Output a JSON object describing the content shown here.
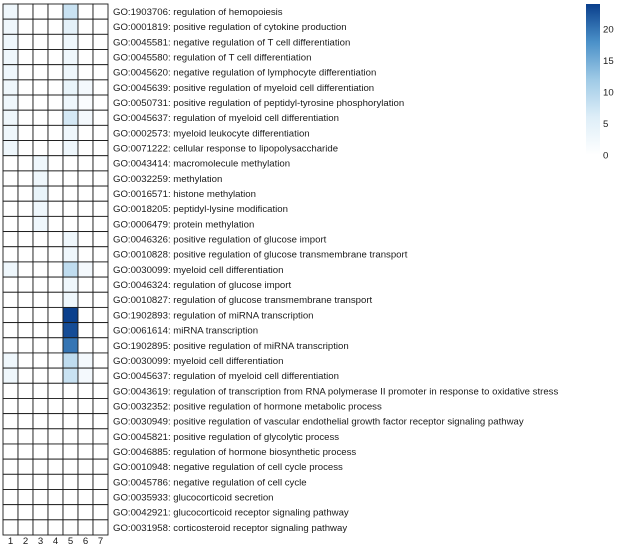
{
  "chart_data": {
    "type": "heatmap",
    "title": "",
    "xlabel": "",
    "ylabel": "",
    "columns": [
      "1",
      "2",
      "3",
      "4",
      "5",
      "6",
      "7"
    ],
    "rows": [
      "GO:1903706: regulation of hemopoiesis",
      "GO:0001819: positive regulation of cytokine production",
      "GO:0045581: negative regulation of T cell differentiation",
      "GO:0045580: regulation of T cell differentiation",
      "GO:0045620: negative regulation of lymphocyte differentiation",
      "GO:0045639: positive regulation of myeloid cell differentiation",
      "GO:0050731: positive regulation of peptidyl-tyrosine phosphorylation",
      "GO:0045637: regulation of myeloid cell differentiation",
      "GO:0002573: myeloid leukocyte differentiation",
      "GO:0071222: cellular response to lipopolysaccharide",
      "GO:0043414: macromolecule methylation",
      "GO:0032259: methylation",
      "GO:0016571: histone methylation",
      "GO:0018205: peptidyl-lysine modification",
      "GO:0006479: protein methylation",
      "GO:0046326: positive regulation of glucose import",
      "GO:0010828: positive regulation of glucose transmembrane transport",
      "GO:0030099: myeloid cell differentiation",
      "GO:0046324: regulation of glucose import",
      "GO:0010827: regulation of glucose transmembrane transport",
      "GO:1902893: regulation of miRNA transcription",
      "GO:0061614: miRNA transcription",
      "GO:1902895: positive regulation of miRNA transcription",
      "GO:0030099: myeloid cell differentiation",
      "GO:0045637: regulation of myeloid cell differentiation",
      "GO:0043619: regulation of transcription from RNA polymerase II promoter in response to oxidative stress",
      "GO:0032352: positive regulation of hormone metabolic process",
      "GO:0030949: positive regulation of vascular endothelial growth factor receptor signaling pathway",
      "GO:0045821: positive regulation of glycolytic process",
      "GO:0046885: regulation of hormone biosynthetic process",
      "GO:0010948: negative regulation of cell cycle process",
      "GO:0045786: negative regulation of cell cycle",
      "GO:0035933: glucocorticoid secretion",
      "GO:0042921: glucocorticoid receptor signaling pathway",
      "GO:0031958: corticosteroid receptor signaling pathway"
    ],
    "values": [
      [
        3,
        0,
        0,
        0,
        8,
        0,
        0
      ],
      [
        3,
        0,
        0,
        0,
        5,
        0,
        0
      ],
      [
        3,
        0,
        0,
        0,
        3,
        0,
        0
      ],
      [
        3,
        0,
        0,
        0,
        3,
        0,
        0
      ],
      [
        3,
        0,
        0,
        0,
        3,
        0,
        0
      ],
      [
        3,
        0,
        0,
        0,
        4,
        2,
        0
      ],
      [
        3,
        0,
        0,
        0,
        3,
        1,
        0
      ],
      [
        3,
        0,
        0,
        0,
        7,
        2,
        0
      ],
      [
        3,
        0,
        0,
        0,
        3,
        0,
        0
      ],
      [
        3,
        0,
        0,
        0,
        3,
        0,
        0
      ],
      [
        0,
        0,
        3,
        0,
        0,
        0,
        0
      ],
      [
        0,
        0,
        3,
        0,
        0,
        0,
        0
      ],
      [
        0,
        0,
        4,
        0,
        0,
        0,
        0
      ],
      [
        0,
        0,
        3,
        0,
        0,
        0,
        0
      ],
      [
        0,
        0,
        3,
        0,
        0,
        0,
        0
      ],
      [
        0,
        0,
        0,
        0,
        3,
        0,
        0
      ],
      [
        0,
        0,
        0,
        0,
        3,
        0,
        0
      ],
      [
        3,
        0,
        0,
        0,
        9,
        2,
        0
      ],
      [
        0,
        0,
        0,
        0,
        3,
        0,
        0
      ],
      [
        0,
        0,
        0,
        0,
        3,
        0,
        0
      ],
      [
        0,
        0,
        0,
        0,
        24,
        0,
        0
      ],
      [
        0,
        0,
        0,
        0,
        23,
        0,
        0
      ],
      [
        0,
        0,
        0,
        0,
        20,
        0,
        0
      ],
      [
        3,
        0,
        0,
        0,
        9,
        2,
        0
      ],
      [
        3,
        0,
        0,
        0,
        8,
        2,
        0
      ],
      [
        0,
        0,
        0,
        0,
        0,
        0,
        0
      ],
      [
        0,
        0,
        0,
        0,
        0,
        0,
        0
      ],
      [
        0,
        0,
        0,
        0,
        0,
        0,
        0
      ],
      [
        0,
        0,
        0,
        0,
        0,
        0,
        0
      ],
      [
        0,
        0,
        0,
        0,
        0,
        0,
        0
      ],
      [
        0,
        0,
        0,
        0,
        0,
        0,
        0
      ],
      [
        0,
        0,
        0,
        0,
        0,
        0,
        0
      ],
      [
        0,
        0,
        0,
        0,
        0,
        0,
        0
      ],
      [
        0,
        0,
        0,
        0,
        0,
        0,
        0
      ],
      [
        0,
        0,
        0,
        0,
        0,
        0,
        0
      ]
    ],
    "value_range": [
      0,
      24
    ],
    "colorbar": {
      "ticks": [
        0,
        5,
        10,
        15,
        20
      ],
      "colors": [
        "#ffffff",
        "#deeef8",
        "#9fcae6",
        "#4a90c8",
        "#0a3f8c"
      ]
    },
    "grid": true,
    "cell_border_color": "#1a1a1a"
  }
}
